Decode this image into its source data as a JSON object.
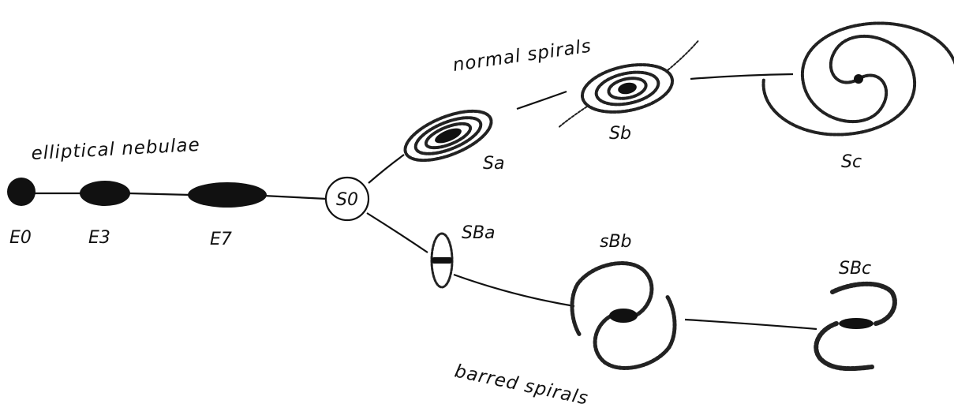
{
  "groups": {
    "elliptical": "elliptical nebulae",
    "normal": "normal spirals",
    "barred": "barred spirals"
  },
  "classes": {
    "e0": "E0",
    "e3": "E3",
    "e7": "E7",
    "s0": "S0",
    "sa": "Sa",
    "sb": "Sb",
    "sc": "Sc",
    "sba": "SBa",
    "sbb": "sBb",
    "sbc": "SBc"
  }
}
